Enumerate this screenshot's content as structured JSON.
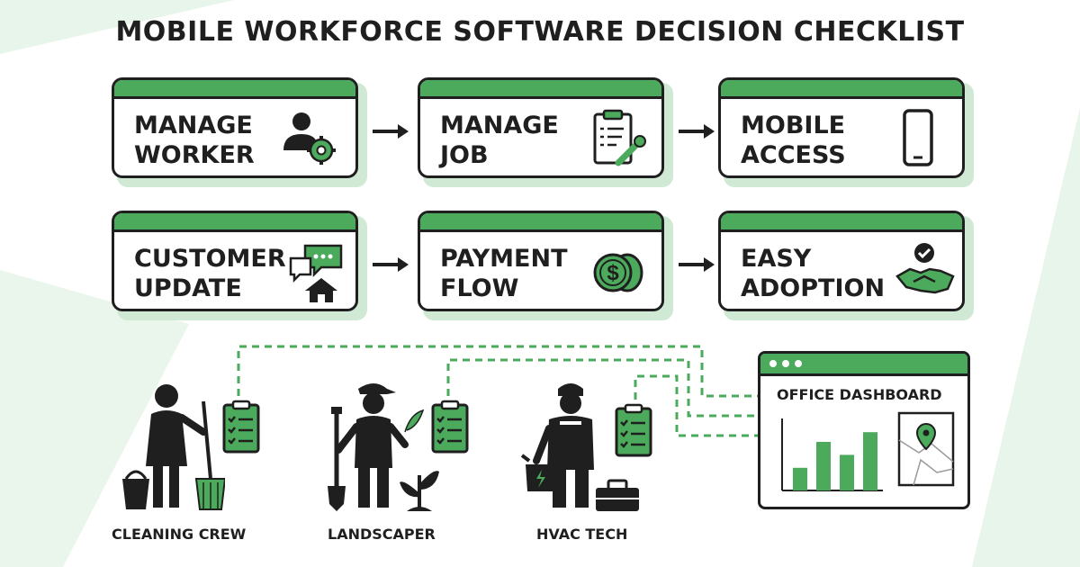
{
  "title": "MOBILE WORKFORCE SOFTWARE DECISION CHECKLIST",
  "colors": {
    "accent": "#4caa5c",
    "ink": "#1f1f1f",
    "tint": "#cfe9d4",
    "background_tint": "#e8f5ea"
  },
  "checklist": [
    {
      "line1": "MANAGE",
      "line2": "WORKER",
      "icon": "worker-gear-icon"
    },
    {
      "line1": "MANAGE",
      "line2": "JOB",
      "icon": "clipboard-wrench-icon"
    },
    {
      "line1": "MOBILE",
      "line2": "ACCESS",
      "icon": "smartphone-icon"
    },
    {
      "line1": "CUSTOMER",
      "line2": "UPDATE",
      "icon": "chat-house-icon"
    },
    {
      "line1": "PAYMENT",
      "line2": "FLOW",
      "icon": "dollar-coin-icon"
    },
    {
      "line1": "EASY",
      "line2": "ADOPTION",
      "icon": "handshake-check-icon"
    }
  ],
  "workers": [
    {
      "label": "CLEANING CREW",
      "icon": "cleaner-icon"
    },
    {
      "label": "LANDSCAPER",
      "icon": "landscaper-icon"
    },
    {
      "label": "HVAC TECH",
      "icon": "hvac-tech-icon"
    }
  ],
  "dashboard": {
    "title": "OFFICE DASHBOARD",
    "bars": [
      0.35,
      0.75,
      0.55,
      0.9
    ],
    "icons": [
      "bar-chart-icon",
      "map-pin-icon"
    ]
  }
}
